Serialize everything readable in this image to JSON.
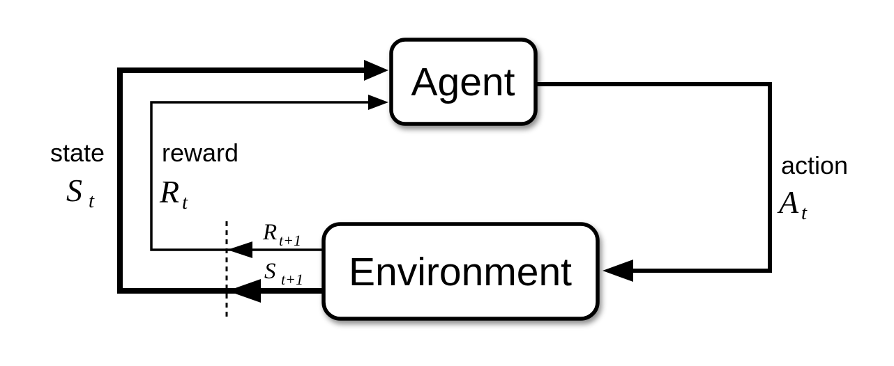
{
  "figure": {
    "description": "Reinforcement learning agent-environment interaction loop",
    "nodes": {
      "agent": "Agent",
      "environment": "Environment"
    },
    "labels": {
      "state": {
        "word": "state",
        "symbol": "S",
        "sub": "t"
      },
      "reward": {
        "word": "reward",
        "symbol": "R",
        "sub": "t"
      },
      "action": {
        "word": "action",
        "symbol": "A",
        "sub": "t"
      },
      "next_reward": {
        "symbol": "R",
        "sub": "t+1"
      },
      "next_state": {
        "symbol": "S",
        "sub": "t+1"
      }
    },
    "colors": {
      "line": "#000000",
      "text": "#000000",
      "box_fill": "#ffffff",
      "box_border": "#000000",
      "background": "#ffffff"
    }
  }
}
